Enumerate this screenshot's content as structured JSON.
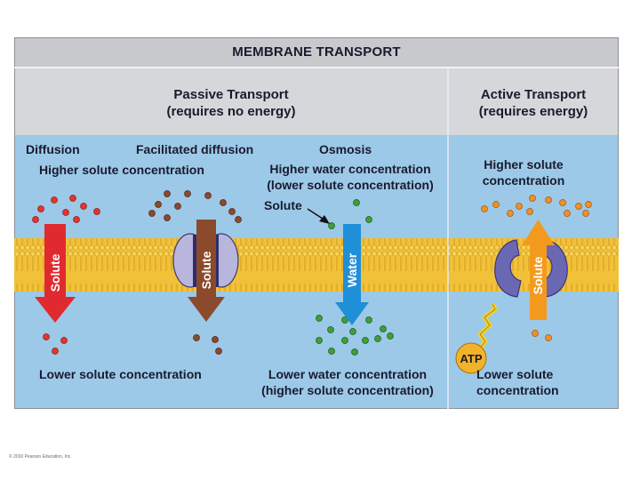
{
  "title": "MEMBRANE TRANSPORT",
  "passive": {
    "heading": "Passive Transport",
    "subheading": "(requires no energy)"
  },
  "active": {
    "heading": "Active Transport",
    "subheading": "(requires energy)"
  },
  "diffusion": {
    "label": "Diffusion",
    "top": "Higher solute concentration",
    "arrow": "Solute",
    "bottom": "Lower solute concentration"
  },
  "facilitated": {
    "label": "Facilitated diffusion",
    "arrow": "Solute"
  },
  "osmosis": {
    "label": "Osmosis",
    "top_line1": "Higher water concentration",
    "top_line2": "(lower solute concentration)",
    "solute_pointer": "Solute",
    "arrow": "Water",
    "bottom_line1": "Lower water concentration",
    "bottom_line2": "(higher solute concentration)"
  },
  "active_transport": {
    "top_line1": "Higher solute",
    "top_line2": "concentration",
    "arrow": "Solute",
    "atp": "ATP",
    "bottom_line1": "Lower solute",
    "bottom_line2": "concentration"
  },
  "copyright": "© 2010 Pearson Education, Inc.",
  "colors": {
    "background": "#9cc9e8",
    "title_bar": "#c8c9cc",
    "membrane": "#f2c13a",
    "diffusion_arrow": "#e02a2f",
    "facilitated_arrow": "#8b4a2b",
    "water_arrow": "#1f8fd8",
    "active_arrow": "#f39a1e",
    "solute_red": "#e4342d",
    "solute_brown": "#8c4a2c",
    "solute_green": "#3f9e3a",
    "solute_orange": "#f09028",
    "channel_protein": "#b8b6dc",
    "pump_protein": "#6a67b3",
    "atp": "#f2b22a"
  }
}
